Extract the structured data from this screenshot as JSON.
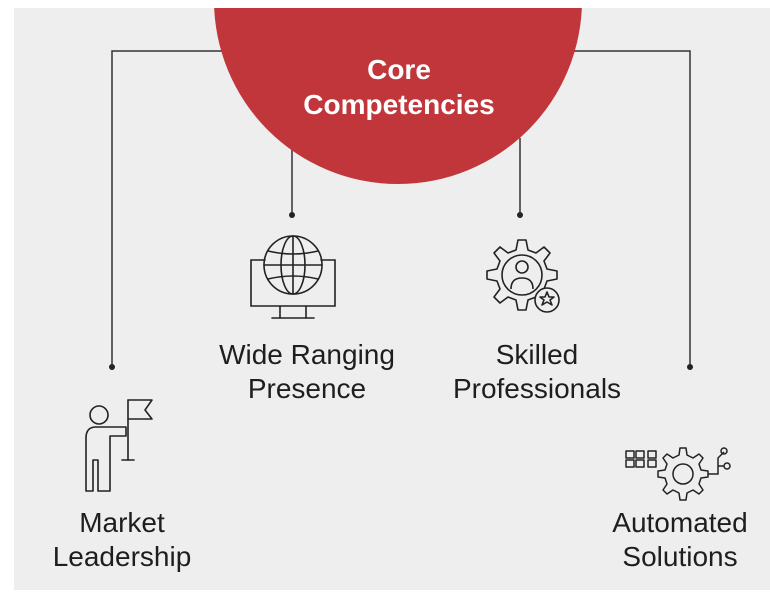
{
  "center": {
    "title_line1": "Core",
    "title_line2": "Competencies"
  },
  "items": [
    {
      "line1": "Market",
      "line2": "Leadership",
      "icon": "person-flag-icon"
    },
    {
      "line1": "Wide Ranging",
      "line2": "Presence",
      "icon": "globe-monitor-icon"
    },
    {
      "line1": "Skilled",
      "line2": "Professionals",
      "icon": "gear-person-star-icon"
    },
    {
      "line1": "Automated",
      "line2": "Solutions",
      "icon": "automation-gear-icon"
    }
  ],
  "colors": {
    "accent": "#c0363b",
    "background": "#eeeeee",
    "text": "#1e1e1e",
    "line": "#333333"
  }
}
